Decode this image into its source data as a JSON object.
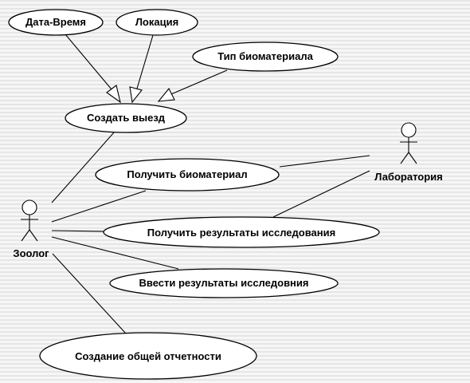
{
  "actors": {
    "zoologist": "Зоолог",
    "laboratory": "Лаборатория"
  },
  "use_cases": {
    "datetime": "Дата-Время",
    "location": "Локация",
    "biomaterial_type": "Тип биоматериала",
    "create_trip": "Создать выезд",
    "get_biomaterial": "Получить биоматериал",
    "get_results": "Получить результаты исследования",
    "enter_results": "Ввести результаты исследовния",
    "general_report": "Создание общей отчетности"
  },
  "relations": [
    {
      "type": "generalization",
      "from": "Дата-Время",
      "to": "Создать выезд"
    },
    {
      "type": "generalization",
      "from": "Локация",
      "to": "Создать выезд"
    },
    {
      "type": "generalization",
      "from": "Тип биоматериала",
      "to": "Создать выезд"
    },
    {
      "type": "association",
      "from": "Зоолог",
      "to": "Создать выезд"
    },
    {
      "type": "association",
      "from": "Зоолог",
      "to": "Получить биоматериал"
    },
    {
      "type": "association",
      "from": "Зоолог",
      "to": "Получить результаты исследования"
    },
    {
      "type": "association",
      "from": "Зоолог",
      "to": "Ввести результаты исследовния"
    },
    {
      "type": "association",
      "from": "Зоолог",
      "to": "Создание общей отчетности"
    },
    {
      "type": "association",
      "from": "Лаборатория",
      "to": "Получить биоматериал"
    },
    {
      "type": "association",
      "from": "Лаборатория",
      "to": "Получить результаты исследования"
    }
  ]
}
